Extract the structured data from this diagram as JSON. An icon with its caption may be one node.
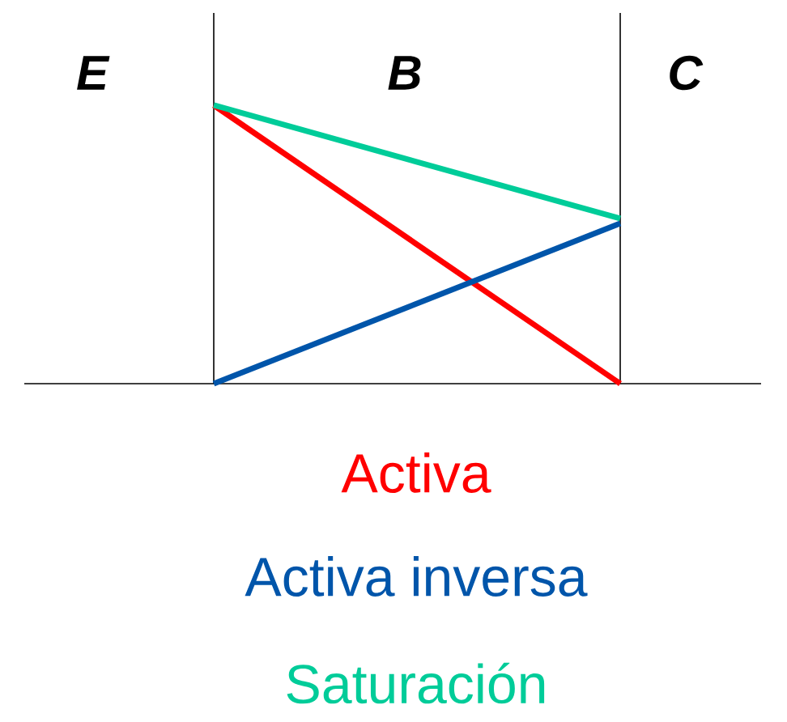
{
  "diagram": {
    "labels": [
      "E",
      "B",
      "C"
    ],
    "legend": [
      {
        "text": "Activa",
        "color": "#ff0000"
      },
      {
        "text": "Activa inversa",
        "color": "#0055aa"
      },
      {
        "text": "Saturación",
        "color": "#00cc99"
      }
    ]
  }
}
